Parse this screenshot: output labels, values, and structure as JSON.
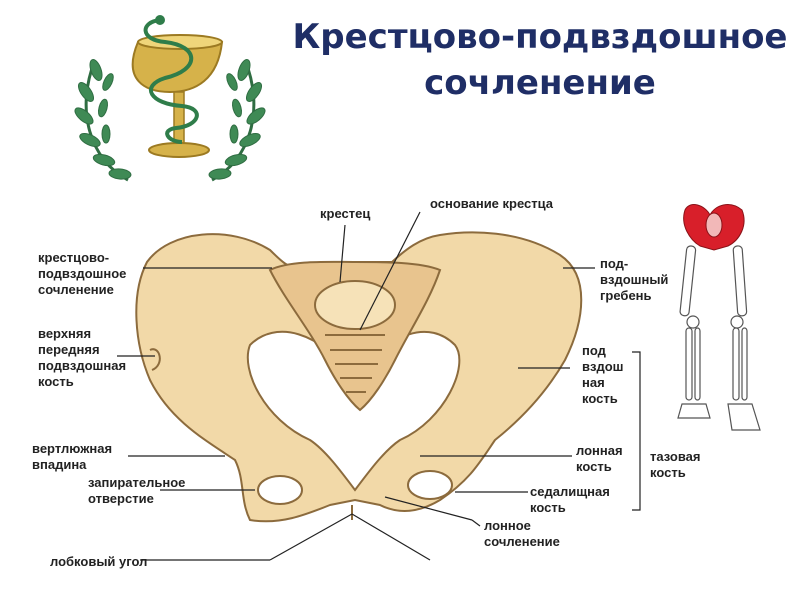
{
  "title": {
    "line1": "Крестцово-подвздошное",
    "line2": "сочленение"
  },
  "logo": {
    "icon": "bowl-of-hygieia-with-laurel-wreath",
    "color_gold": "#c7a23a",
    "color_green": "#3f8a55"
  },
  "skeleton_icon": {
    "icon": "lower-skeleton-with-highlighted-pelvis",
    "highlight_color": "#d81f2a"
  },
  "colors": {
    "bone": "#f2d9a8",
    "bone_shadow": "#c9a56c",
    "line": "#222222",
    "title": "#1f2e66"
  },
  "labels": {
    "sacrum": "крестец",
    "sacrum_base": "основание крестца",
    "si_joint": [
      "крестцово-",
      "подвздошное",
      "сочленение"
    ],
    "iliac_crest": [
      "под-",
      "вздошный",
      "гребень"
    ],
    "asis": [
      "верхняя",
      "передняя",
      "подвздошная",
      "кость"
    ],
    "ilium": [
      "под",
      "вздош",
      "ная",
      "кость"
    ],
    "acetabulum": [
      "вертлюжная",
      "впадина"
    ],
    "pubis": [
      "лонная",
      "кость"
    ],
    "pelvic_bone": [
      "тазовая",
      "кость"
    ],
    "obturator": [
      "запирательное",
      "отверстие"
    ],
    "ischium": [
      "седалищная",
      "кость"
    ],
    "symphysis": [
      "лонное",
      "сочленение"
    ],
    "pubic_angle": "лобковый угол"
  }
}
